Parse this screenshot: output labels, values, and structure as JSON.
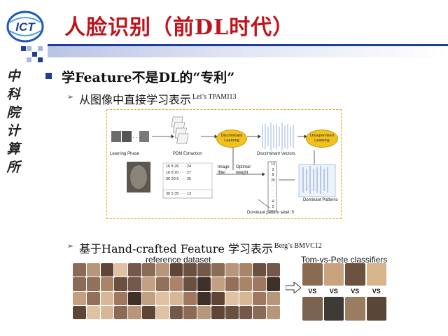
{
  "header": {
    "logo_text": "ICT",
    "title": "人脸识别（前DL时代）"
  },
  "side_text": "中科院计算所",
  "bullet1": "学Feature不是DL的“专利”",
  "sub1": {
    "text": "从图像中直接学习表示",
    "ref": "Lei’s TPAMI13"
  },
  "sub2": {
    "text": "基于Hand-crafted Feature 学习表示",
    "ref": "Berg’s BMVC12"
  },
  "figure1": {
    "learning_phase": "Learning Phase",
    "pdm_extraction": "PDM Extraction",
    "discriminant_learning": "Discriminant Learning",
    "discriminant_vectors": "Discriminant Vectors",
    "unsupervised_learning": "Unsupervised Learning",
    "image_filter": "Image filter",
    "optimal_weight": "Optimal weight",
    "dominant_patterns": "Dominant Patterns",
    "dominant_label": "Dominant pattern label: 5",
    "matrix_row1": "16  8  26 · · · 24",
    "matrix_row2": "16  8  20 · · · 27",
    "matrix_row3": "30  20  6 · · · 25",
    "matrix_row4": "30  5  35 · · · 13",
    "vector_values": [
      "13",
      "3",
      "8",
      "20",
      "·",
      "·",
      "·",
      "4",
      "2"
    ],
    "dots": "· · ·"
  },
  "figure2": {
    "reference_caption": "reference dataset",
    "tomvspete_caption": "Tom-vs-Pete classifiers",
    "vs_labels": [
      "VS",
      "VS",
      "VS",
      "VS"
    ]
  }
}
